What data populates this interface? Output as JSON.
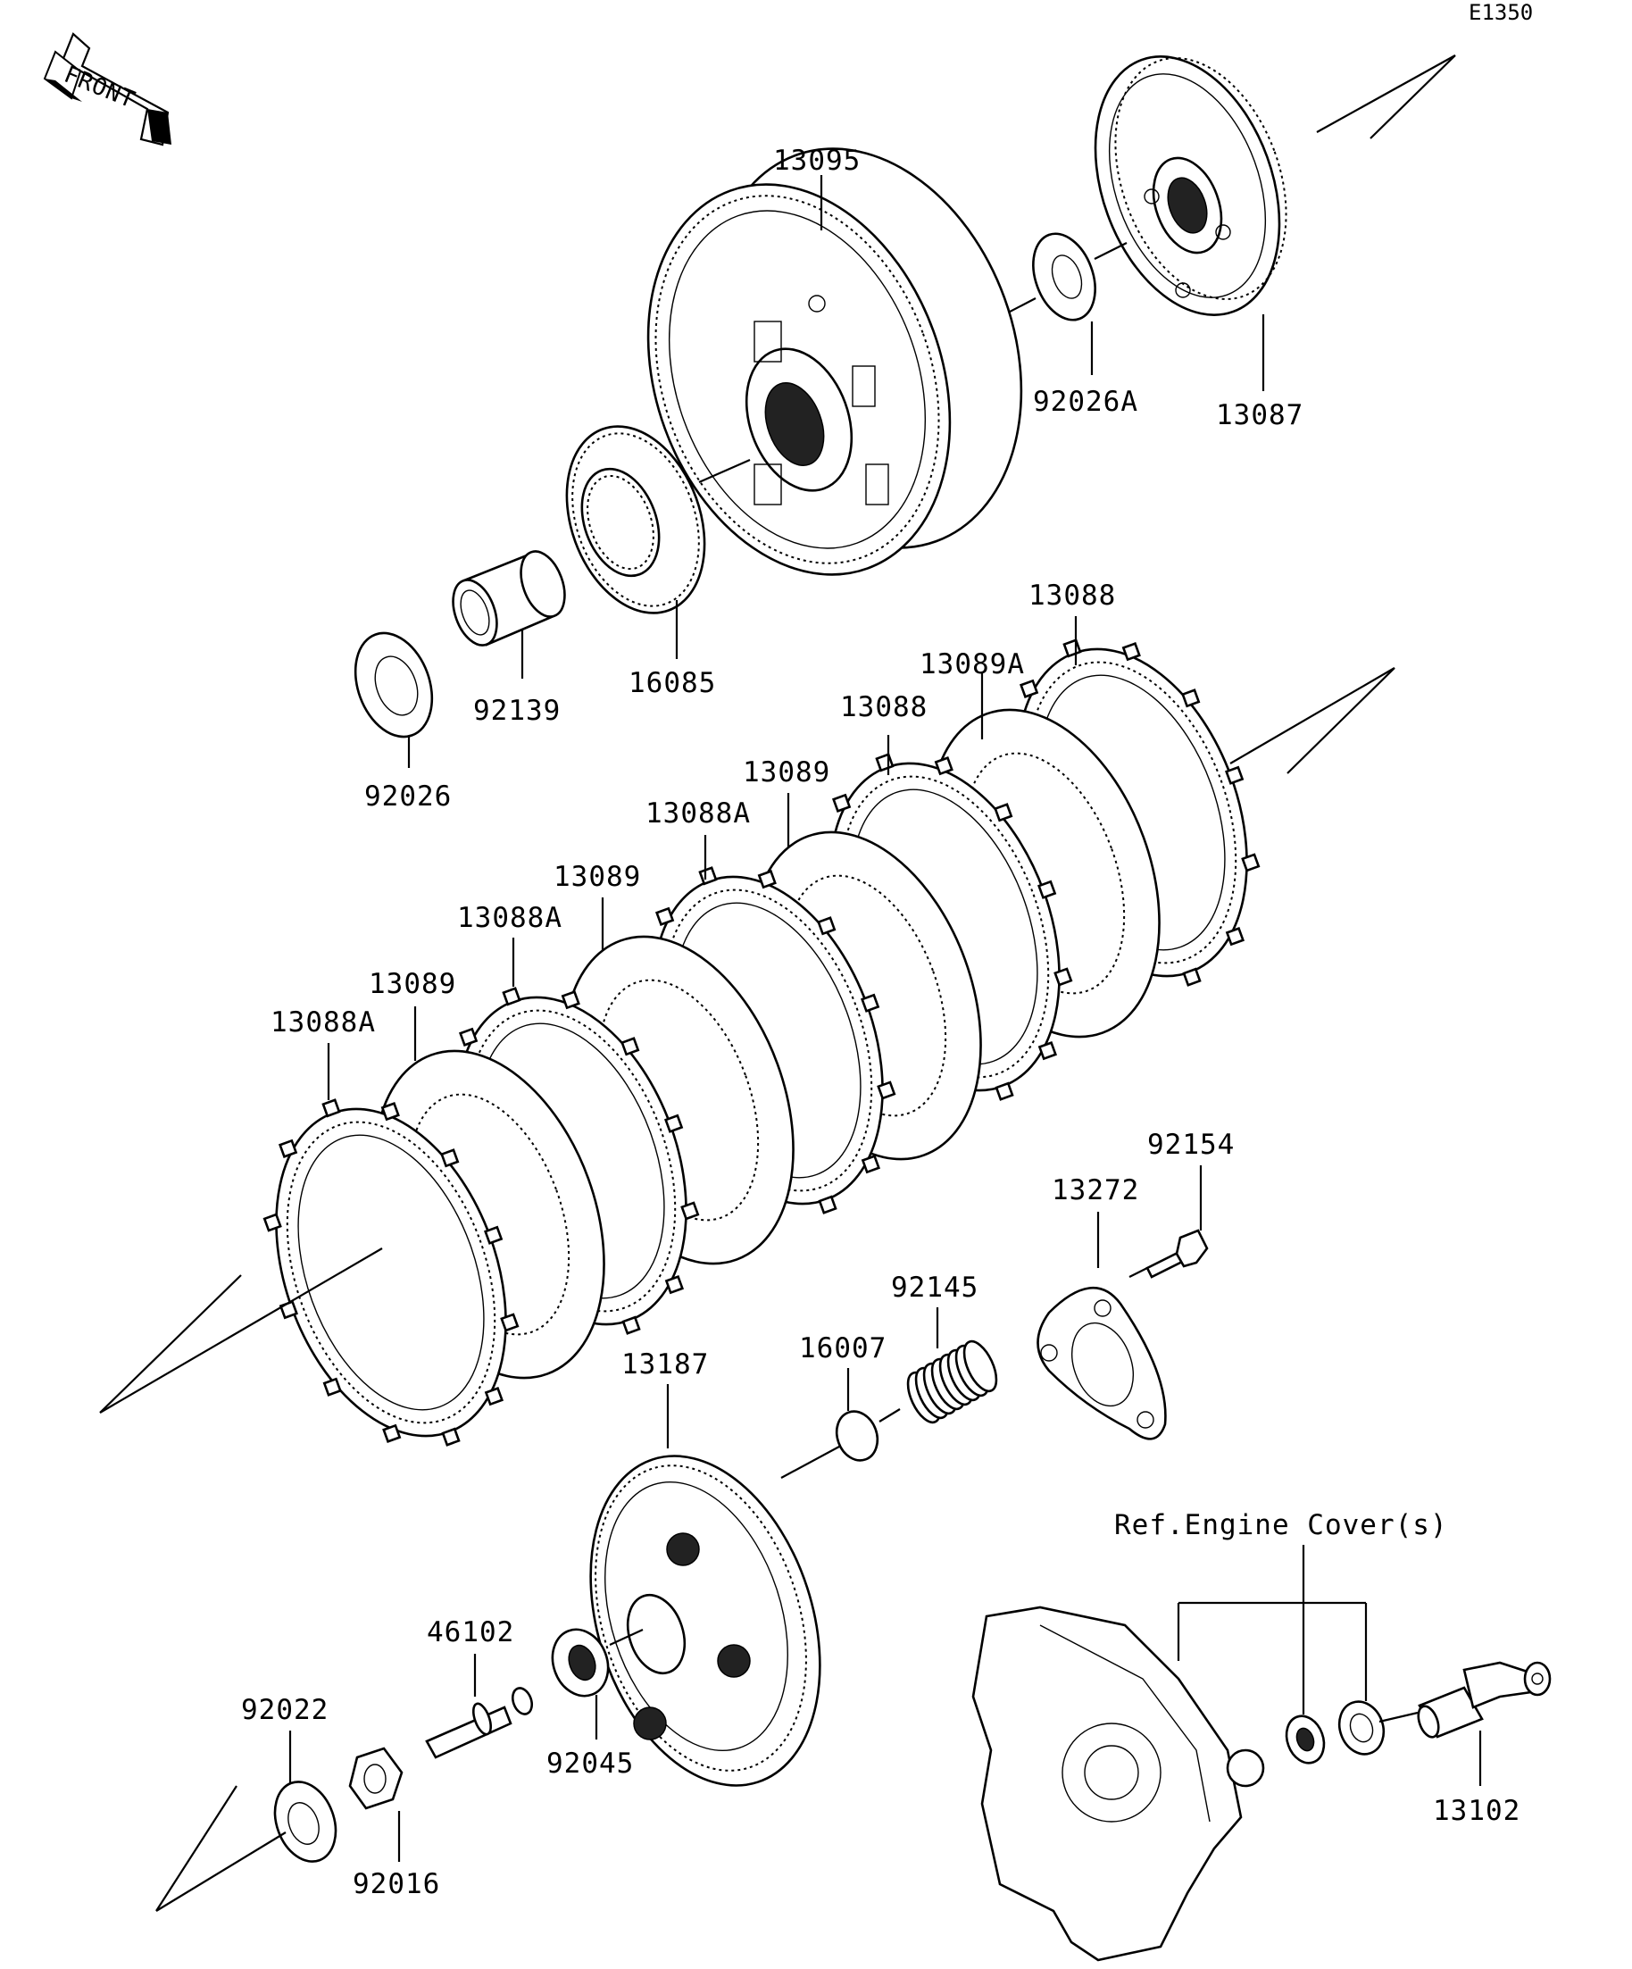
{
  "diagram_code": "E1350",
  "front_label": "FRONT",
  "ref_label": "Ref.Engine Cover(s)",
  "parts": [
    {
      "key": "p13095",
      "label": "13095"
    },
    {
      "key": "p13087",
      "label": "13087"
    },
    {
      "key": "p92026A",
      "label": "92026A"
    },
    {
      "key": "p16085",
      "label": "16085"
    },
    {
      "key": "p92139",
      "label": "92139"
    },
    {
      "key": "p92026",
      "label": "92026"
    },
    {
      "key": "p13088_a",
      "label": "13088"
    },
    {
      "key": "p13089A",
      "label": "13089A"
    },
    {
      "key": "p13088_b",
      "label": "13088"
    },
    {
      "key": "p13089_a",
      "label": "13089"
    },
    {
      "key": "p13088A_a",
      "label": "13088A"
    },
    {
      "key": "p13089_b",
      "label": "13089"
    },
    {
      "key": "p13088A_b",
      "label": "13088A"
    },
    {
      "key": "p13089_c",
      "label": "13089"
    },
    {
      "key": "p13088A_c",
      "label": "13088A"
    },
    {
      "key": "p92154",
      "label": "92154"
    },
    {
      "key": "p13272",
      "label": "13272"
    },
    {
      "key": "p92145",
      "label": "92145"
    },
    {
      "key": "p16007",
      "label": "16007"
    },
    {
      "key": "p13187",
      "label": "13187"
    },
    {
      "key": "p46102",
      "label": "46102"
    },
    {
      "key": "p92045",
      "label": "92045"
    },
    {
      "key": "p92022",
      "label": "92022"
    },
    {
      "key": "p92016",
      "label": "92016"
    },
    {
      "key": "p13102",
      "label": "13102"
    }
  ]
}
